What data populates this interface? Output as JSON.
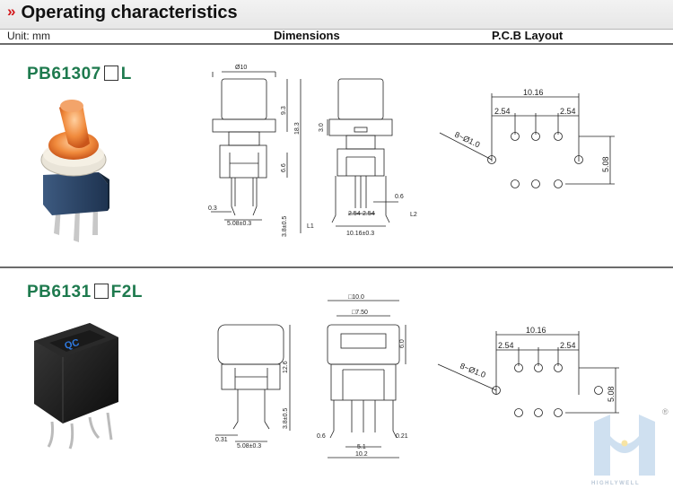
{
  "header": {
    "title": "Operating characteristics",
    "unit": "Unit: mm",
    "col_dimensions": "Dimensions",
    "col_pcb": "P.C.B Layout"
  },
  "products": [
    {
      "model_prefix": "PB61307",
      "model_suffix": "L",
      "dims": {
        "dia": "Ø10",
        "h93": "9.3",
        "h183": "18.3",
        "h30": "3.0",
        "h66": "6.6",
        "w03": "0.3",
        "w508": "5.08±0.3",
        "h38": "3.8±0.5",
        "w06": "0.6",
        "w254a": "2.54",
        "w254b": "2.54",
        "w1016": "10.16±0.3",
        "l1": "L1",
        "l2": "L2"
      },
      "pcb": {
        "w1016": "10.16",
        "w254a": "2.54",
        "w254b": "2.54",
        "hole": "8~Ø1.0",
        "h508": "5.08"
      }
    },
    {
      "model_prefix": "PB6131",
      "model_suffix": "F2L",
      "dims": {
        "sq10": "□10.0",
        "sq75": "□7.50",
        "h60": "6.0",
        "h126": "12.6",
        "h38": "3.8±0.5",
        "w031": "0.31",
        "w508": "5.08±0.3",
        "w06": "0.6",
        "w51": "5.1",
        "w021": "0.21",
        "w102": "10.2"
      },
      "pcb": {
        "w1016": "10.16",
        "w254a": "2.54",
        "w254b": "2.54",
        "hole": "8~Ø1.0",
        "h508": "5.08"
      }
    }
  ],
  "logo": {
    "text": "HIGHLYWELL",
    "mark": "®"
  }
}
